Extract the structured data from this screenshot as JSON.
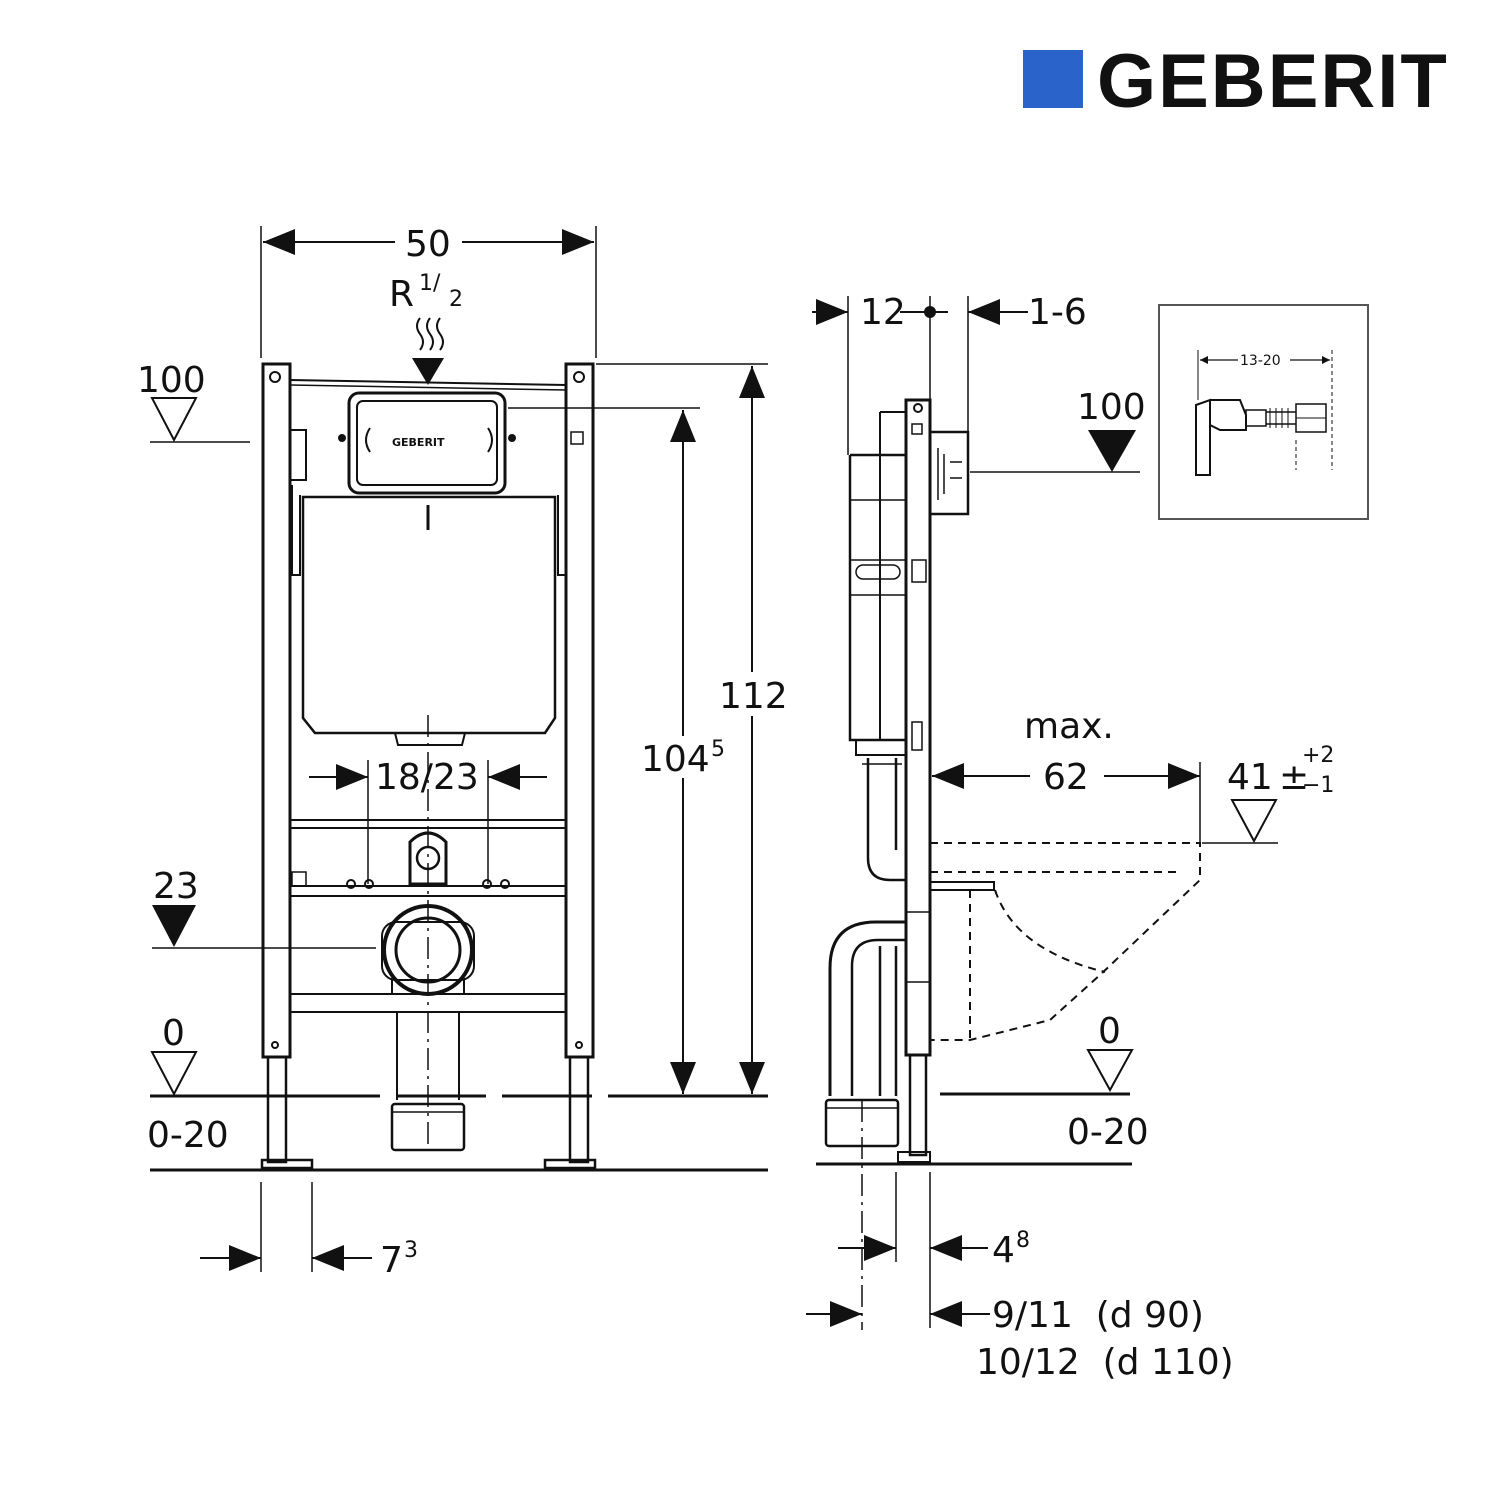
{
  "brand": {
    "name": "GEBERIT",
    "color": "#2a63c9",
    "stamp": "GEBERIT"
  },
  "front_view": {
    "width": "50",
    "supply_label": "R",
    "supply_sup": "1/",
    "supply_sub": "2",
    "level_top": "100",
    "height_total": "112",
    "height_inner": "104",
    "height_inner_sup": "5",
    "drain_spacing": "18/23",
    "level_drain": "23",
    "level_floor": "0",
    "floor_range": "0-20",
    "foot_offset": "7",
    "foot_offset_sup": "3"
  },
  "side_view": {
    "depth_top": "12",
    "depth_adjust": "1-6",
    "level_top": "100",
    "max_label": "max.",
    "max_value": "62",
    "seat_height": "41",
    "seat_tol_plus": "+2",
    "seat_tol_minus": "−1",
    "seat_tol_pm": "±",
    "level_floor": "0",
    "floor_range": "0-20",
    "offset_a": "4",
    "offset_a_sup": "8",
    "offset_b_line1": "9/11  (d 90)",
    "offset_b_line2": "10/12  (d 110)"
  },
  "inset": {
    "range": "13-20"
  }
}
